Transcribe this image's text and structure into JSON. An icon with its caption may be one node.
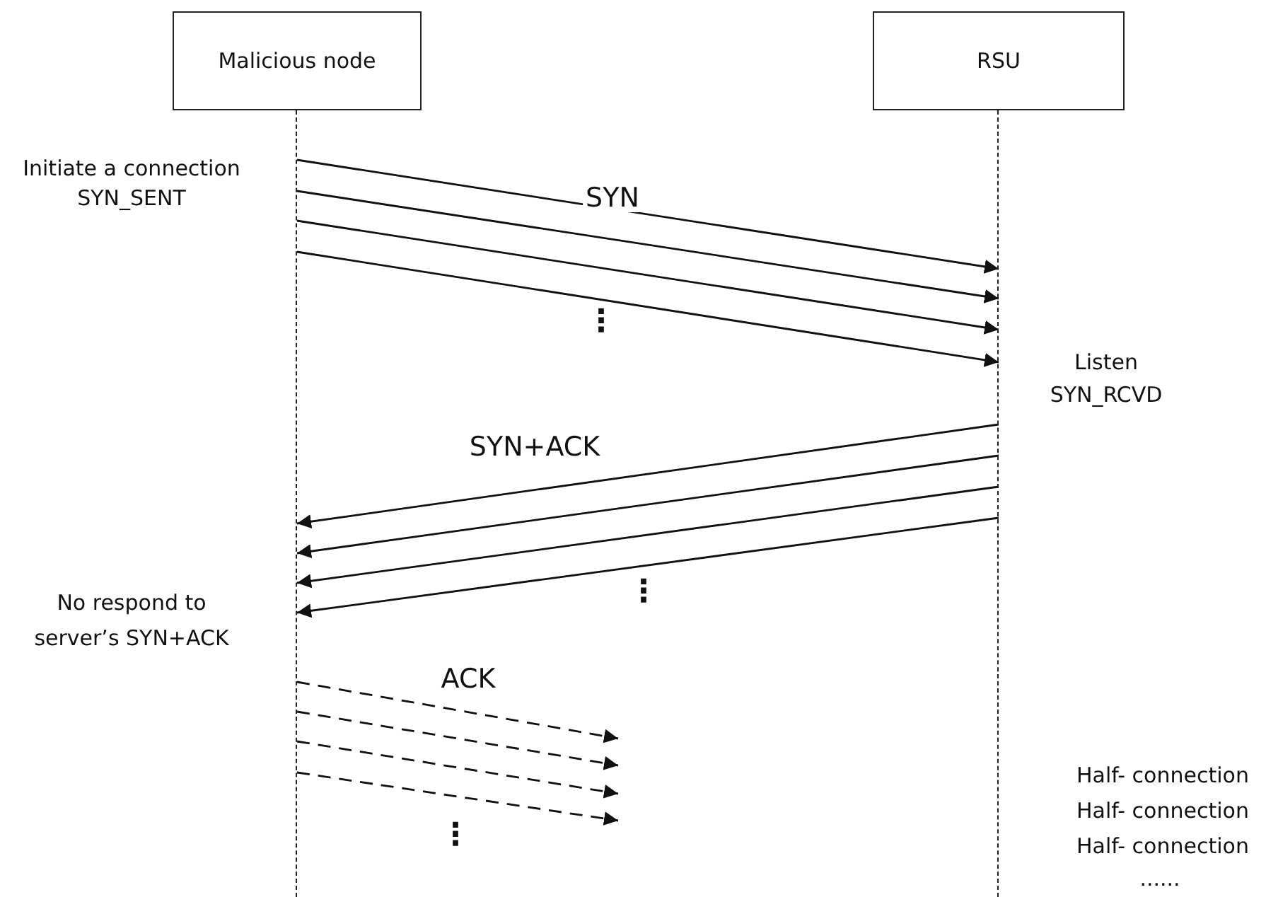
{
  "diagram": {
    "nodes": [
      {
        "text": [
          "Malicious node"
        ]
      },
      {
        "text": [
          "RSU"
        ]
      },
      {
        "text": [],
        "shape": "line"
      },
      {
        "text": [],
        "shape": "line"
      }
    ],
    "edges": [
      {
        "from": 2,
        "to": 3,
        "arrow": "to",
        "label": "SYN"
      },
      {
        "from": 2,
        "to": 3,
        "arrow": "to"
      },
      {
        "from": 2,
        "to": 3,
        "arrow": "to"
      },
      {
        "from": 2,
        "to": 3,
        "arrow": "to"
      },
      {
        "from": 3,
        "to": 2,
        "arrow": "to",
        "label": "SYN+ACK"
      },
      {
        "from": 3,
        "to": 2,
        "arrow": "to"
      },
      {
        "from": 3,
        "to": 2,
        "arrow": "to"
      },
      {
        "from": 3,
        "to": 2,
        "arrow": "to"
      },
      {
        "from": 2,
        "to": null,
        "arrow": "to",
        "label": "ACK",
        "style": "dashed"
      },
      {
        "from": 2,
        "to": null,
        "arrow": "to",
        "style": "dashed"
      },
      {
        "from": 2,
        "to": null,
        "arrow": "to",
        "style": "dashed"
      },
      {
        "from": 2,
        "to": null,
        "arrow": "to",
        "style": "dashed"
      }
    ],
    "labels": [
      "Initiate a connection",
      "SYN_SENT",
      "⋮",
      "Listen",
      "SYN_RCVD",
      "⋮",
      "No respond to",
      "server’s SYN+ACK",
      "Half- connection",
      "Half- connection",
      "⋮",
      "Half- connection",
      "......"
    ]
  }
}
